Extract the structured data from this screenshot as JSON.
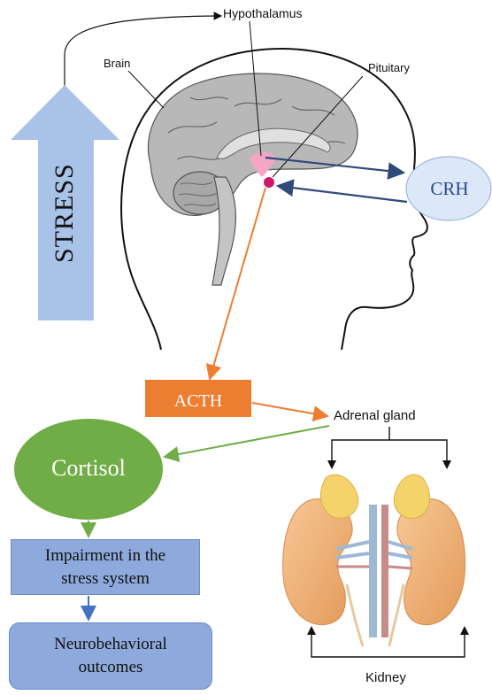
{
  "labels": {
    "hypothalamus": "Hypothalamus",
    "brain": "Brain",
    "pituitary": "Pituitary",
    "crh": "CRH",
    "stress": "STRESS",
    "acth": "ACTH",
    "adrenal_gland": "Adrenal gland",
    "cortisol": "Cortisol",
    "impairment_line1": "Impairment in the",
    "impairment_line2": "stress system",
    "neuro_line1": "Neurobehavioral",
    "neuro_line2": "outcomes",
    "kidney": "Kidney"
  },
  "colors": {
    "stress_arrow": "#a9c2e8",
    "crh_bubble": "#dce8f8",
    "acth_box": "#ed7d31",
    "cortisol_ellipse": "#70ad47",
    "boxes": "#8ea9dc",
    "dark_arrow": "#2f4a7a",
    "brain": "#b8b8b8",
    "kidney": "#f2b37a",
    "adrenal": "#f4d36b"
  }
}
